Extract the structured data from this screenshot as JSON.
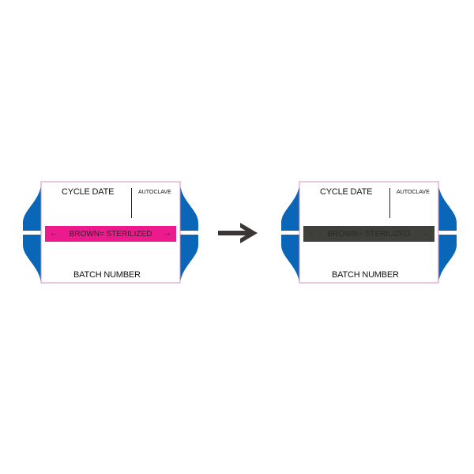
{
  "labels": {
    "before": {
      "cycle_date": "CYCLE DATE",
      "autoclave": "AUTOCLAVE",
      "indicator_arrow_left": "←",
      "indicator_text": "BROWN=  STERILIZED",
      "indicator_arrow_right": "→",
      "batch_number": "BATCH NUMBER",
      "indicator_color": "#ec1a8c"
    },
    "after": {
      "cycle_date": "CYCLE DATE",
      "autoclave": "AUTOCLAVE",
      "indicator_arrow_left": "←",
      "indicator_text": "BROWN=  STERILIZED",
      "indicator_arrow_right": "→",
      "batch_number": "BATCH NUMBER",
      "indicator_color": "#3f3f3b"
    }
  },
  "colors": {
    "tab_blue": "#0a67b8",
    "border_pink": "#d98bc4",
    "arrow": "#3a3636"
  },
  "icons": {
    "transition": "right-arrow-icon"
  }
}
